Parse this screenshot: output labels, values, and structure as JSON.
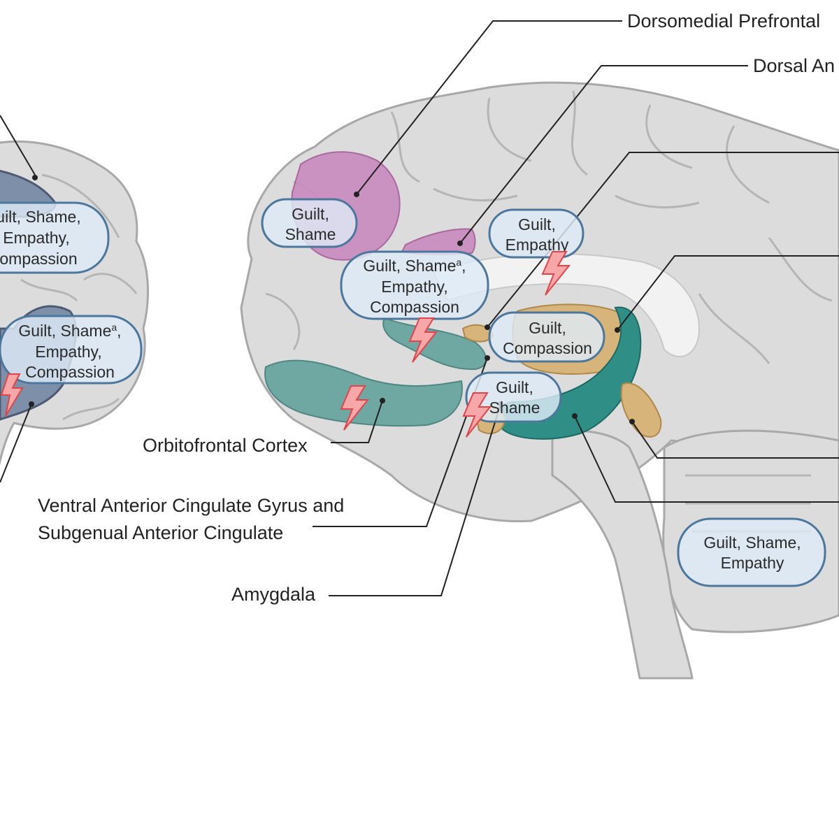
{
  "labels": {
    "dmpfc": "Dorsomedial Prefrontal",
    "dacc": "Dorsal An",
    "ofc": "Orbitofrontal Cortex",
    "vacc_line1": "Ventral Anterior Cingulate Gyrus and",
    "vacc_line2": "Subgenual Anterior Cingulate",
    "amygdala": "Amygdala"
  },
  "bubbles": {
    "dmpfc": [
      "Guilt,",
      "Shame"
    ],
    "dacc": [
      "Guilt,",
      "Empathy"
    ],
    "vacc": [
      "Guilt, Shame",
      "a",
      ",",
      "Empathy,",
      "Compassion"
    ],
    "caudate": [
      "Guilt,",
      "Compassion"
    ],
    "amygdala": [
      "Guilt,",
      "Shame"
    ],
    "cerebellum": [
      "Guilt, Shame,",
      "Empathy"
    ],
    "left_top": [
      "uilt, Shame,",
      "Empathy,",
      "ompassion"
    ],
    "left_bottom": [
      "Guilt, Shame",
      "a",
      ",",
      "Empathy,",
      "Compassion"
    ]
  },
  "colors": {
    "pink_region": "#c98bbf",
    "teal_region": "#6fa7a3",
    "tan_region": "#d7b57a",
    "blue_region": "#5f7798",
    "bubble_stroke": "#4c779d"
  }
}
